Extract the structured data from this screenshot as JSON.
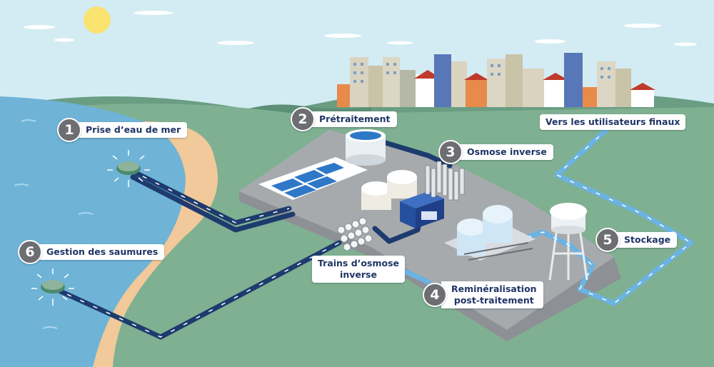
{
  "callouts": {
    "intake": {
      "number": "1",
      "label": "Prise d’eau de mer"
    },
    "pretreatment": {
      "number": "2",
      "label": "Prétraitement"
    },
    "reverse_osmosis": {
      "number": "3",
      "label": "Osmose inverse"
    },
    "remineralization": {
      "number": "4",
      "label_line1": "Reminéralisation",
      "label_line2": "post-traitement"
    },
    "storage": {
      "number": "5",
      "label": "Stockage"
    },
    "brine": {
      "number": "6",
      "label": "Gestion des saumures"
    }
  },
  "labels": {
    "end_users": "Vers les utilisateurs finaux",
    "ro_trains_line1": "Trains d’osmose",
    "ro_trains_line2": "inverse"
  },
  "colors": {
    "sky": "#cfe9f1",
    "sea": "#6fb3d7",
    "sand": "#f1c99a",
    "land": "#7fb092",
    "hills": "#5f9279",
    "platform": "#a7aaad",
    "pipe_dark": "#1d3b6e",
    "pipe_light": "#6ab3e3",
    "badge": "#6d6e71",
    "label_text": "#1f3566"
  }
}
